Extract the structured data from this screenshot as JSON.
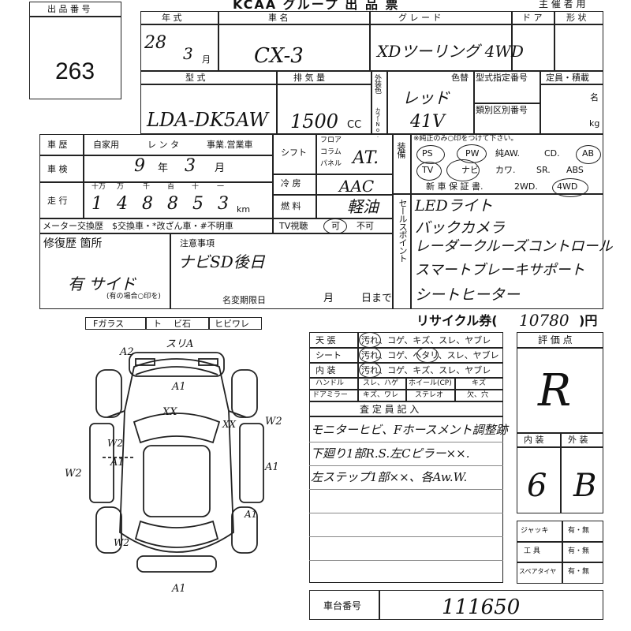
{
  "header": {
    "lot_label": "出 品 番 号",
    "lot_number": "263",
    "title": "KCAA グループ 出 品 票",
    "organizer": "主 催 者 用"
  },
  "row1": {
    "year_label": "年 式",
    "car_label": "車 名",
    "grade_label": "グ レ ー ド",
    "door_label": "ド ア",
    "shape_label": "形 状",
    "year_val": "28",
    "month_val": "3",
    "month_unit": "月",
    "car_val": "CX-3",
    "grade_val": "XDツーリング 4WD"
  },
  "row2": {
    "model_label": "型 式",
    "disp_label": "排 気 量",
    "model_val": "LDA-DK5AW",
    "disp_val": "1500",
    "cc": "CC",
    "ext_color_label": "外装色",
    "color_change": "色替",
    "color_no": "カラーNo.",
    "color_val": "レッド",
    "color_code": "41V",
    "type_no_label": "型式指定番号",
    "class_no_label": "類別区別番号",
    "capacity_label": "定員・積載",
    "mei": "名",
    "kg": "kg"
  },
  "history": {
    "label": "車 歴",
    "opt1": "自家用",
    "opt2": "レ ン タ",
    "opt3": "事業.営業車",
    "inspect_label": "車 検",
    "inspect_year": "9",
    "year_unit": "年",
    "inspect_month": "3",
    "month_unit": "月",
    "mileage_label": "走 行",
    "digit_labels": [
      "十万",
      "万",
      "千",
      "百",
      "十",
      "一"
    ],
    "digits": [
      "1",
      "4",
      "8",
      "8",
      "5",
      "3"
    ],
    "km": "km",
    "meter_label": "メーター交換歴",
    "meter_opts": "$交換車・*改ざん車・#不明車"
  },
  "mid": {
    "shift_label": "シフト",
    "floor": "フロア",
    "column": "コラム",
    "panel": "パネル",
    "shift_val": "AT.",
    "ac_label": "冷 房",
    "ac_val": "AAC",
    "fuel_label": "燃 料",
    "fuel_val": "軽油",
    "tv_label": "TV視聴",
    "tv_yes": "可",
    "tv_no": "不可"
  },
  "equip": {
    "label": "装備",
    "note": "※純正のみ○印をつけて下さい。",
    "row1": [
      "PS",
      "PW",
      "純AW.",
      "CD.",
      "AB"
    ],
    "row2": [
      "TV",
      "ナビ",
      "カワ.",
      "SR.",
      "ABS"
    ],
    "row3_label": "新 車 保 証 書.",
    "row3": [
      "2WD.",
      "4WD"
    ],
    "sales_label": "セールスポイント",
    "sales_points": [
      "LEDライト",
      "バックカメラ",
      "レーダークルーズコントロール",
      "スマートブレーキサポート",
      "シートヒーター"
    ]
  },
  "repair": {
    "label": "修復歴 箇所",
    "val": "有 サイド",
    "note": "(有の場合○印を)",
    "notice_label": "注意事項",
    "notice_val": "ナビSD後日",
    "deadline": "名変期限日",
    "month": "月",
    "day_until": "日まで"
  },
  "glass": {
    "items": [
      "Fガラス",
      "ト",
      "ビ石",
      "ヒビワレ"
    ]
  },
  "recycle": {
    "label": "リサイクル券(",
    "val": "10780",
    "unit": ")円"
  },
  "interior": {
    "rows": [
      {
        "label": "天 張",
        "opts": "汚れ、コゲ、キズ、スレ、ヤブレ"
      },
      {
        "label": "シート",
        "opts": "汚れ、コゲ、ヘタリ、スレ、ヤブレ"
      },
      {
        "label": "内 装",
        "opts": "汚れ、コゲ、キズ、スレ、ヤブレ"
      }
    ],
    "handle_label": "ハンドル",
    "handle_opts": "スレ、ハゲ",
    "horn_label": "ホイール(CP)",
    "horn_opts": "キズ",
    "mirror_label": "ドアミラー",
    "mirror_opts": "キズ、ワレ",
    "stereo_label": "ステレオ",
    "stereo_opts": "欠、穴"
  },
  "inspector": {
    "label": "査 定 員 記 入",
    "lines": [
      "モニターヒビ、Fホースメント調整跡",
      "下廻り1部R.S.左Cピラー××.",
      "左ステップ1部××、各Aw.W."
    ]
  },
  "score": {
    "label": "評 価 点",
    "val": "R",
    "int_label": "内 装",
    "ext_label": "外 装",
    "int_val": "6",
    "ext_val": "B"
  },
  "tools": [
    {
      "label": "ジャッキ",
      "opts": "有・無"
    },
    {
      "label": "工 具",
      "opts": "有・無"
    },
    {
      "label": "スペアタイヤ",
      "opts": "有・無"
    }
  ],
  "chassis": {
    "label": "車台番号",
    "val": "111650"
  },
  "diagram": {
    "marks": [
      "A2",
      "スリA",
      "A1",
      "XX",
      "XX",
      "W2",
      "A1",
      "A1",
      "W2",
      "W2",
      "A1",
      "A1",
      "W2"
    ]
  }
}
